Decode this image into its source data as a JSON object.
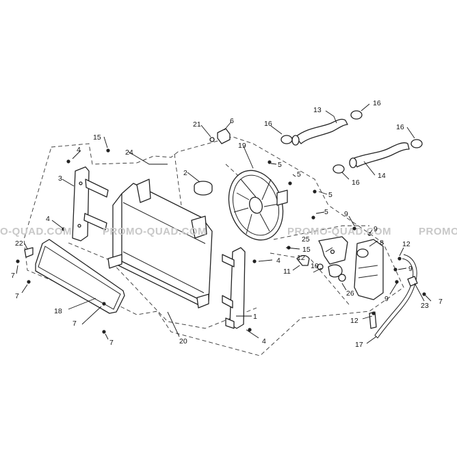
{
  "watermark": {
    "left": "O-QUAD.COM",
    "center_1": "PROMO-QUAD.COM",
    "center_2": "PROMO-QUAD.COM",
    "right": "PROMO"
  },
  "callouts": [
    {
      "id": "c1",
      "label": "1"
    },
    {
      "id": "c2",
      "label": "2"
    },
    {
      "id": "c3",
      "label": "3"
    },
    {
      "id": "c4a",
      "label": "4"
    },
    {
      "id": "c4b",
      "label": "4"
    },
    {
      "id": "c4c",
      "label": "4"
    },
    {
      "id": "c4d",
      "label": "4"
    },
    {
      "id": "c5a",
      "label": "5"
    },
    {
      "id": "c5b",
      "label": "5"
    },
    {
      "id": "c5c",
      "label": "5"
    },
    {
      "id": "c5d",
      "label": "5"
    },
    {
      "id": "c6",
      "label": "6"
    },
    {
      "id": "c7a",
      "label": "7"
    },
    {
      "id": "c7b",
      "label": "7"
    },
    {
      "id": "c7c",
      "label": "7"
    },
    {
      "id": "c7d",
      "label": "7"
    },
    {
      "id": "c7e",
      "label": "7"
    },
    {
      "id": "c8",
      "label": "8"
    },
    {
      "id": "c9a",
      "label": "9"
    },
    {
      "id": "c9b",
      "label": "9"
    },
    {
      "id": "c9c",
      "label": "9"
    },
    {
      "id": "c9d",
      "label": "9"
    },
    {
      "id": "c10",
      "label": "10"
    },
    {
      "id": "c11",
      "label": "11"
    },
    {
      "id": "c12a",
      "label": "12"
    },
    {
      "id": "c12b",
      "label": "12"
    },
    {
      "id": "c12c",
      "label": "12"
    },
    {
      "id": "c13",
      "label": "13"
    },
    {
      "id": "c14",
      "label": "14"
    },
    {
      "id": "c15a",
      "label": "15"
    },
    {
      "id": "c15b",
      "label": "15"
    },
    {
      "id": "c16a",
      "label": "16"
    },
    {
      "id": "c16b",
      "label": "16"
    },
    {
      "id": "c16c",
      "label": "16"
    },
    {
      "id": "c16d",
      "label": "16"
    },
    {
      "id": "c17",
      "label": "17"
    },
    {
      "id": "c18",
      "label": "18"
    },
    {
      "id": "c19",
      "label": "19"
    },
    {
      "id": "c20",
      "label": "20"
    },
    {
      "id": "c21",
      "label": "21"
    },
    {
      "id": "c22",
      "label": "22"
    },
    {
      "id": "c23",
      "label": "23"
    },
    {
      "id": "c24",
      "label": "24"
    },
    {
      "id": "c25",
      "label": "25"
    },
    {
      "id": "c26",
      "label": "26"
    }
  ]
}
